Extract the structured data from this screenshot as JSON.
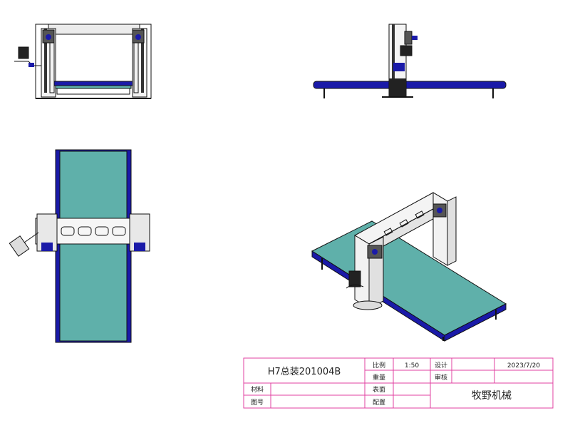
{
  "title_block": {
    "drawing_title": "H7总装201004B",
    "scale_label": "比例",
    "scale_value": "1:50",
    "design_label": "设计",
    "date": "2023/7/20",
    "weight_label": "重量",
    "review_label": "审核",
    "material_label": "材料",
    "surface_label": "表面",
    "company": "牧野机械",
    "drawing_no_label": "图号",
    "config_label": "配置"
  },
  "colors": {
    "belt": "#5fb0aa",
    "frame_blue": "#1a1aa8",
    "line": "#111111",
    "gray_panel": "#e8e8e8",
    "title_block_border": "#e040a0"
  }
}
